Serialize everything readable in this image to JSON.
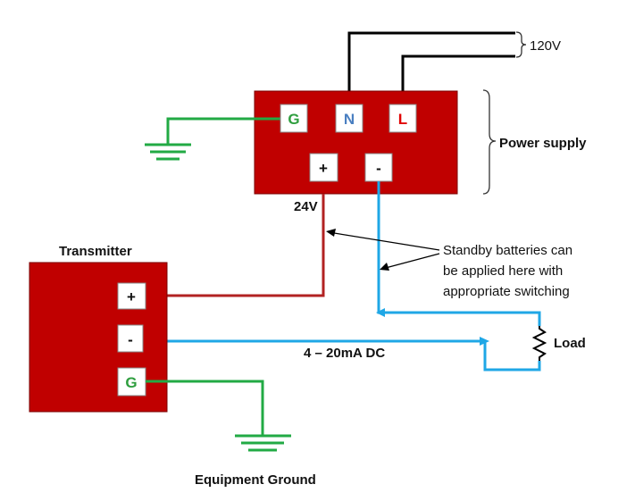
{
  "labels": {
    "voltage_ac": "120V",
    "power_supply": "Power supply",
    "voltage_dc": "24V",
    "transmitter": "Transmitter",
    "battery_note_line1": "Standby batteries can",
    "battery_note_line2": "be applied here with",
    "battery_note_line3": "appropriate switching",
    "load": "Load",
    "current_signal": "4 – 20mA DC",
    "equipment_ground": "Equipment Ground"
  },
  "power_supply_terminals": {
    "ground": "G",
    "neutral": "N",
    "line": "L",
    "plus": "+",
    "minus": "-"
  },
  "transmitter_terminals": {
    "plus": "+",
    "minus": "-",
    "ground": "G"
  },
  "colors": {
    "box_fill": "#c00000",
    "box_stroke": "#7a0000",
    "wire_black": "#000000",
    "wire_red": "#b22222",
    "wire_blue": "#1fa7e6",
    "wire_green": "#22aa44",
    "letter_green": "#2e9e3e",
    "letter_blue": "#4a7fc1",
    "letter_red": "#e00000"
  }
}
